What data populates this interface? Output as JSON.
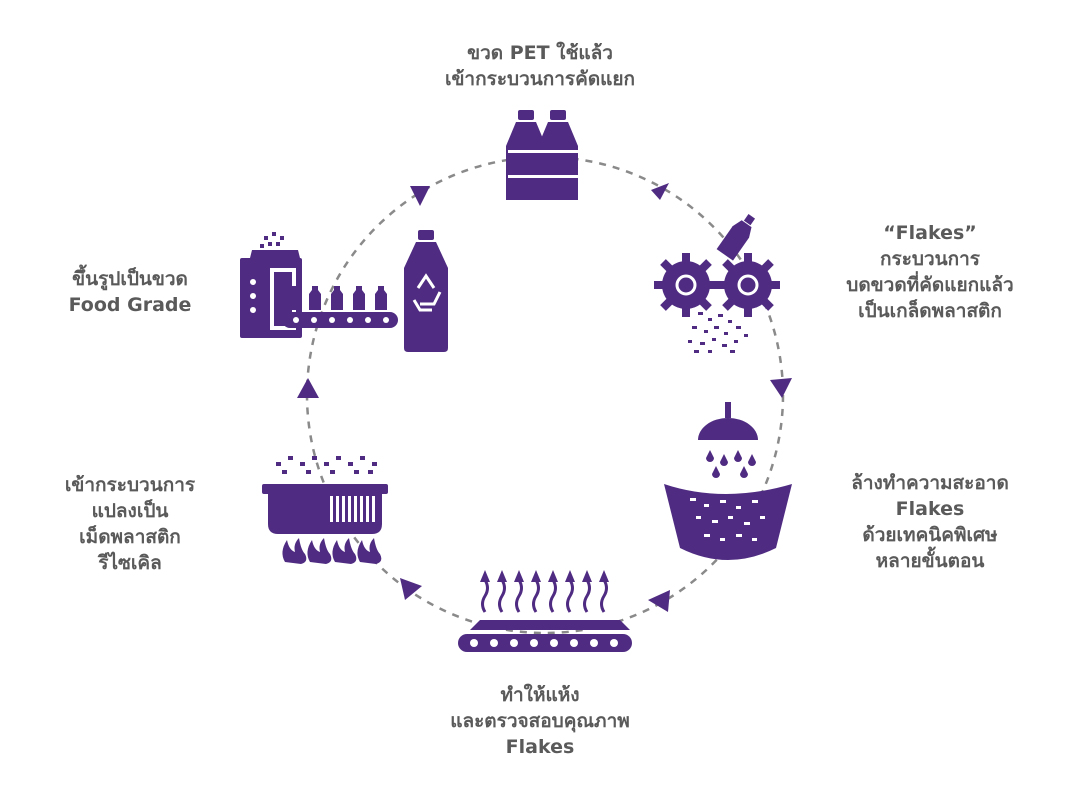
{
  "colors": {
    "primary": "#4f2c82",
    "text": "#5a5a5a",
    "line": "#8a8a8a"
  },
  "steps": [
    {
      "id": "collect",
      "icon": "pet-bottles-icon",
      "lines": [
        "ขวด PET ใช้แล้ว",
        "เข้ากระบวนการคัดแยก"
      ]
    },
    {
      "id": "flakes",
      "icon": "shredder-gears-icon",
      "lines": [
        "“Flakes”",
        "กระบวนการ",
        "บดขวดที่คัดแยกแล้ว",
        "เป็นเกล็ดพลาสติก"
      ]
    },
    {
      "id": "wash",
      "icon": "wash-basin-icon",
      "lines": [
        "ล้างทำความสะอาด",
        "Flakes",
        "ด้วยเทคนิคพิเศษ",
        "หลายขั้นตอน"
      ]
    },
    {
      "id": "dry",
      "icon": "drying-conveyor-icon",
      "lines": [
        "ทำให้แห้ง",
        "และตรวจสอบคุณภาพ",
        "Flakes"
      ]
    },
    {
      "id": "pellet",
      "icon": "melting-furnace-icon",
      "lines": [
        "เข้ากระบวนการ",
        "แปลงเป็น",
        "เม็ดพลาสติก",
        "รีไซเคิล"
      ]
    },
    {
      "id": "mold",
      "icon": "bottle-machine-icon",
      "lines": [
        "ขึ้นรูปเป็นขวด",
        "Food Grade"
      ]
    }
  ]
}
